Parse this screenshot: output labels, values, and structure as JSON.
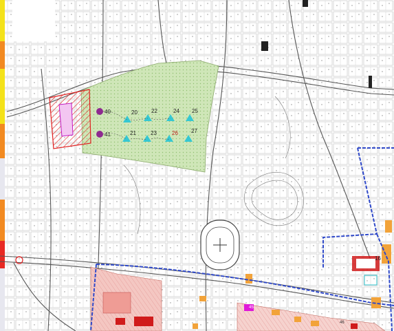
{
  "colors": {
    "background": "#ffffff",
    "park": "#cfe6b8",
    "park_dots": "#9cc77e",
    "boundary": "#2f49c9",
    "hatched": "#e02020",
    "building_pink": "#f2b2ae",
    "building_red": "#d01b1b",
    "building_magenta": "#e018d8",
    "building_orange": "#f2a33a",
    "marker_triangle": "#35c8d2",
    "marker_circle": "#8e2a90",
    "edge_strip": [
      "#f4e21a",
      "#f28a21",
      "#e82a24",
      "#e7e7ef"
    ]
  },
  "markers": {
    "circles": [
      {
        "id": "40",
        "label": "40"
      },
      {
        "id": "41",
        "label": "41"
      }
    ],
    "triangles": [
      {
        "id": "20",
        "label": "20"
      },
      {
        "id": "22",
        "label": "22"
      },
      {
        "id": "24",
        "label": "24"
      },
      {
        "id": "25",
        "label": "25"
      },
      {
        "id": "21",
        "label": "21"
      },
      {
        "id": "23",
        "label": "23"
      },
      {
        "id": "26",
        "label": "26"
      },
      {
        "id": "27",
        "label": "27"
      }
    ]
  },
  "zone_labels": [
    "16",
    "45",
    "46"
  ]
}
